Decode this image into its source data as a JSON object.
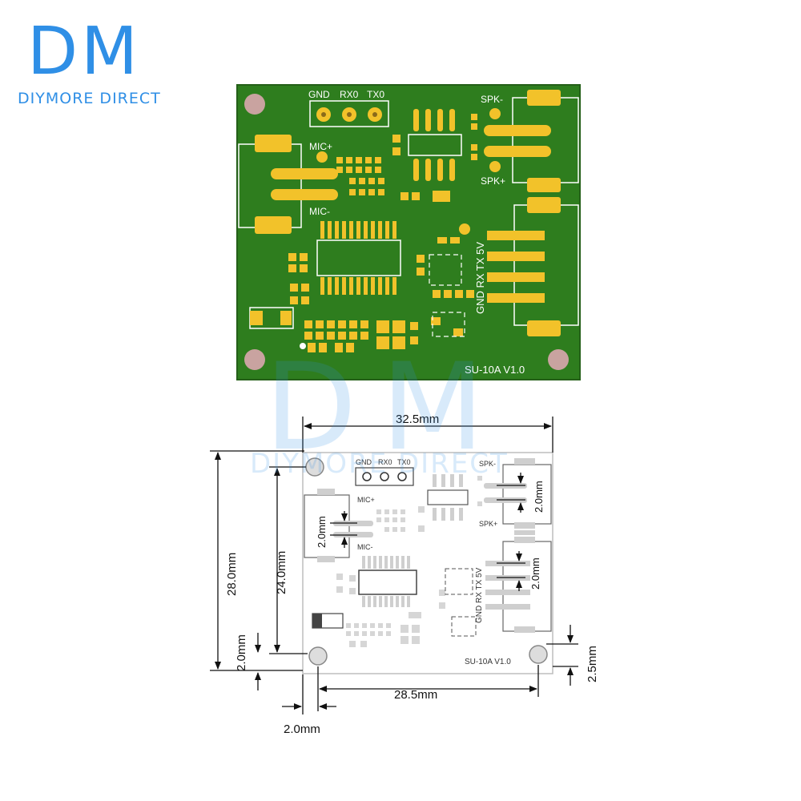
{
  "logo": {
    "mark": "DM",
    "brand": "DIYMORE DIRECT"
  },
  "pcb_top": {
    "labels": {
      "gnd": "GND",
      "rx0": "RX0",
      "tx0": "TX0",
      "spk_minus": "SPK-",
      "spk_plus": "SPK+",
      "mic_plus": "MIC+",
      "mic_minus": "MIC-",
      "uart": "GND RX TX 5V",
      "model": "SU-10A V1.0"
    },
    "colors": {
      "board": "#2e7d1e",
      "board_edge": "#245f18",
      "pad": "#f2c22a",
      "hole": "#c9a3a0",
      "silk": "#ffffff"
    }
  },
  "pcb_drawing": {
    "labels": {
      "gnd": "GND",
      "rx0": "RX0",
      "tx0": "TX0",
      "spk_minus": "SPK-",
      "spk_plus": "SPK+",
      "mic_plus": "MIC+",
      "mic_minus": "MIC-",
      "uart": "GND RX TX 5V",
      "model": "SU-10A V1.0"
    }
  },
  "dimensions": {
    "width_top": "32.5mm",
    "height_outer": "28.0mm",
    "height_inner": "24.0mm",
    "spk_gap": "2.0mm",
    "mic_gap": "2.0mm",
    "conn_gap": "2.0mm",
    "left_offset": "2.0mm",
    "bottom_offset": "2.0mm",
    "hole_spacing": "28.5mm",
    "right_offset": "2.5mm"
  },
  "watermark": {
    "mark": "DM",
    "brand": "DIYMORE DIRECT"
  }
}
